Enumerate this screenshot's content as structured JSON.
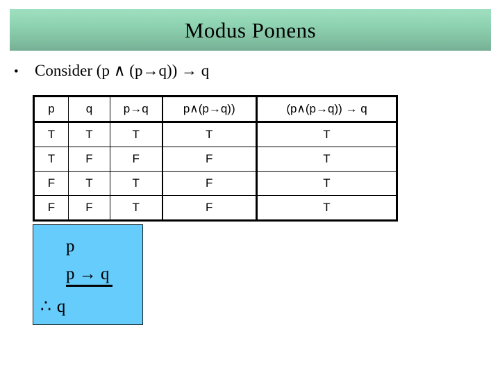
{
  "slide": {
    "title": "Modus Ponens",
    "bullet": {
      "marker": "•",
      "text": "Consider (p ∧ (p→q)) → q"
    },
    "colors": {
      "banner_top": "#9fdfc0",
      "banner_bottom": "#76ae95",
      "inference_box": "#66ccfc",
      "text": "#000000"
    }
  },
  "truth_table": {
    "headers": [
      "p",
      "q",
      "p→q",
      "p∧(p→q))",
      "(p∧(p→q)) → q"
    ],
    "rows": [
      [
        "T",
        "T",
        "T",
        "T",
        "T"
      ],
      [
        "T",
        "F",
        "F",
        "F",
        "T"
      ],
      [
        "F",
        "T",
        "T",
        "F",
        "T"
      ],
      [
        "F",
        "F",
        "T",
        "F",
        "T"
      ]
    ]
  },
  "inference": {
    "premise1": "p",
    "premise2": "p → q",
    "therefore": "∴",
    "conclusion": "q"
  }
}
